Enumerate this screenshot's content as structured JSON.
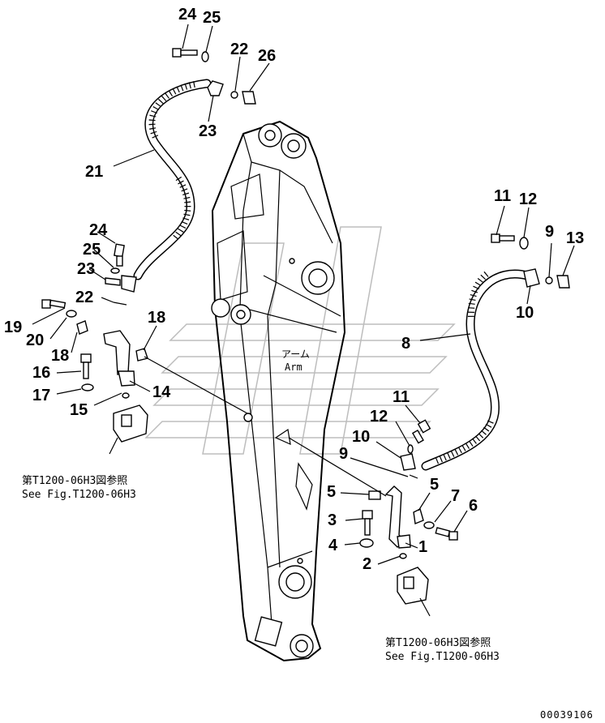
{
  "diagram": {
    "labels": {
      "p1": "1",
      "p2": "2",
      "p3": "3",
      "p4": "4",
      "p5a": "5",
      "p5b": "5",
      "p6": "6",
      "p7": "7",
      "p8": "8",
      "p9a": "9",
      "p9b": "9",
      "p10a": "10",
      "p10b": "10",
      "p11a": "11",
      "p11b": "11",
      "p12a": "12",
      "p12b": "12",
      "p13": "13",
      "p14": "14",
      "p15": "15",
      "p16": "16",
      "p17": "17",
      "p18a": "18",
      "p18b": "18",
      "p19": "19",
      "p20": "20",
      "p21": "21",
      "p22a": "22",
      "p22b": "22",
      "p23a": "23",
      "p23b": "23",
      "p24a": "24",
      "p24b": "24",
      "p25a": "25",
      "p25b": "25",
      "p26": "26"
    },
    "arm_label_jp": "アーム",
    "arm_label_en": "Arm",
    "ref_left_jp": "第T1200-06H3図参照",
    "ref_left_en": "See Fig.T1200-06H3",
    "ref_right_jp": "第T1200-06H3図参照",
    "ref_right_en": "See Fig.T1200-06H3",
    "drawing_code": "00039106"
  }
}
